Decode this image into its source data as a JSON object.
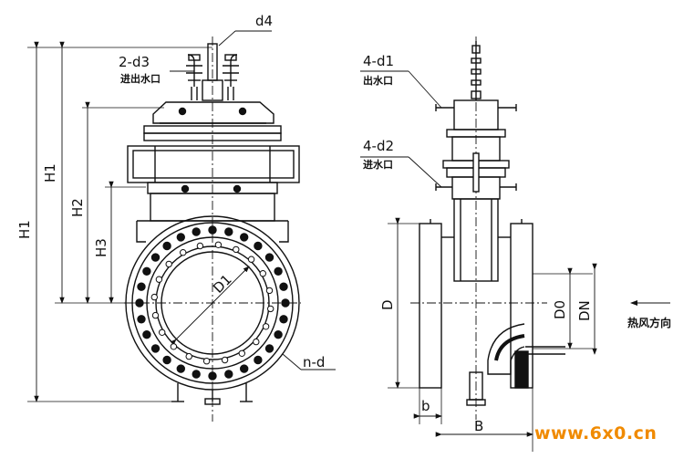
{
  "labels": {
    "d4": "d4",
    "two_d3": "2-d3",
    "inlet_outlet": "进出水口",
    "h1_outer": "H1",
    "h1_inner": "H1",
    "h2": "H2",
    "h3": "H3",
    "d1": "D1",
    "n_d": "n-d",
    "four_d1": "4-d1",
    "outlet": "出水口",
    "four_d2": "4-d2",
    "inlet": "进水口",
    "d": "D",
    "d0": "D0",
    "dn": "DN",
    "hot_air_direction": "热风方向",
    "b_small": "b",
    "b_large": "B"
  },
  "watermark": "www.6x0.cn",
  "colors": {
    "line": "#111111",
    "watermark": "#f08a00"
  }
}
